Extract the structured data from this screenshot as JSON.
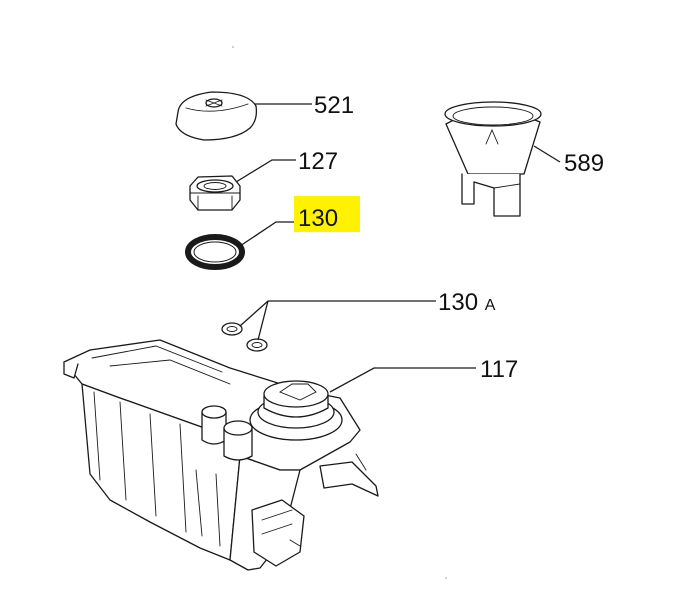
{
  "callouts": {
    "p521": {
      "number": "521"
    },
    "p127": {
      "number": "127"
    },
    "p130": {
      "number": "130"
    },
    "p589": {
      "number": "589"
    },
    "p130a": {
      "number": "130",
      "suffix": "A"
    },
    "p117": {
      "number": "117"
    }
  },
  "colors": {
    "line": "#1a1a1a",
    "highlight": "#fff200",
    "background": "#ffffff"
  }
}
